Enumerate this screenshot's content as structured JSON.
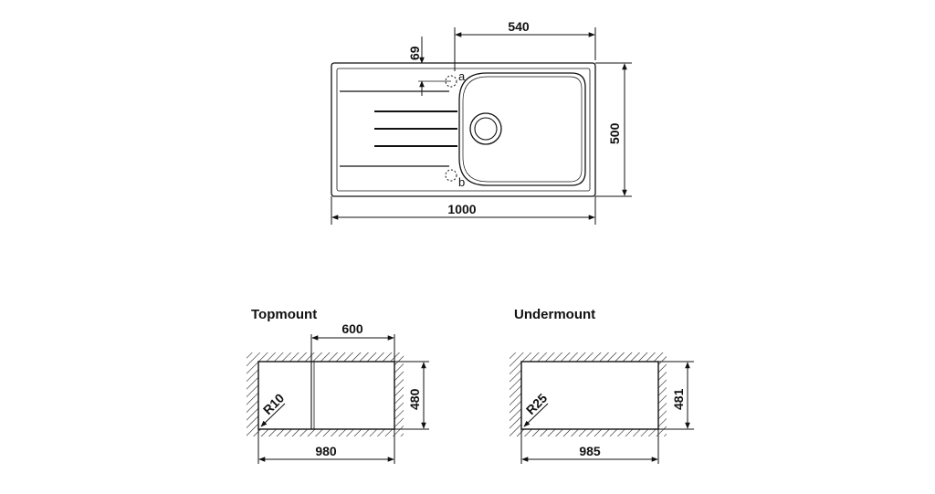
{
  "top_view": {
    "dim_overall_width": "1000",
    "dim_bowl_width": "540",
    "dim_overall_depth": "500",
    "dim_offset": "69",
    "hole_a": "a",
    "hole_b": "b"
  },
  "topmount": {
    "title": "Topmount",
    "dim_top": "600",
    "dim_bottom": "980",
    "dim_right": "480",
    "radius": "R10"
  },
  "undermount": {
    "title": "Undermount",
    "dim_bottom": "985",
    "dim_right": "481",
    "radius": "R25"
  },
  "colors": {
    "line": "#111111",
    "background": "#ffffff"
  }
}
